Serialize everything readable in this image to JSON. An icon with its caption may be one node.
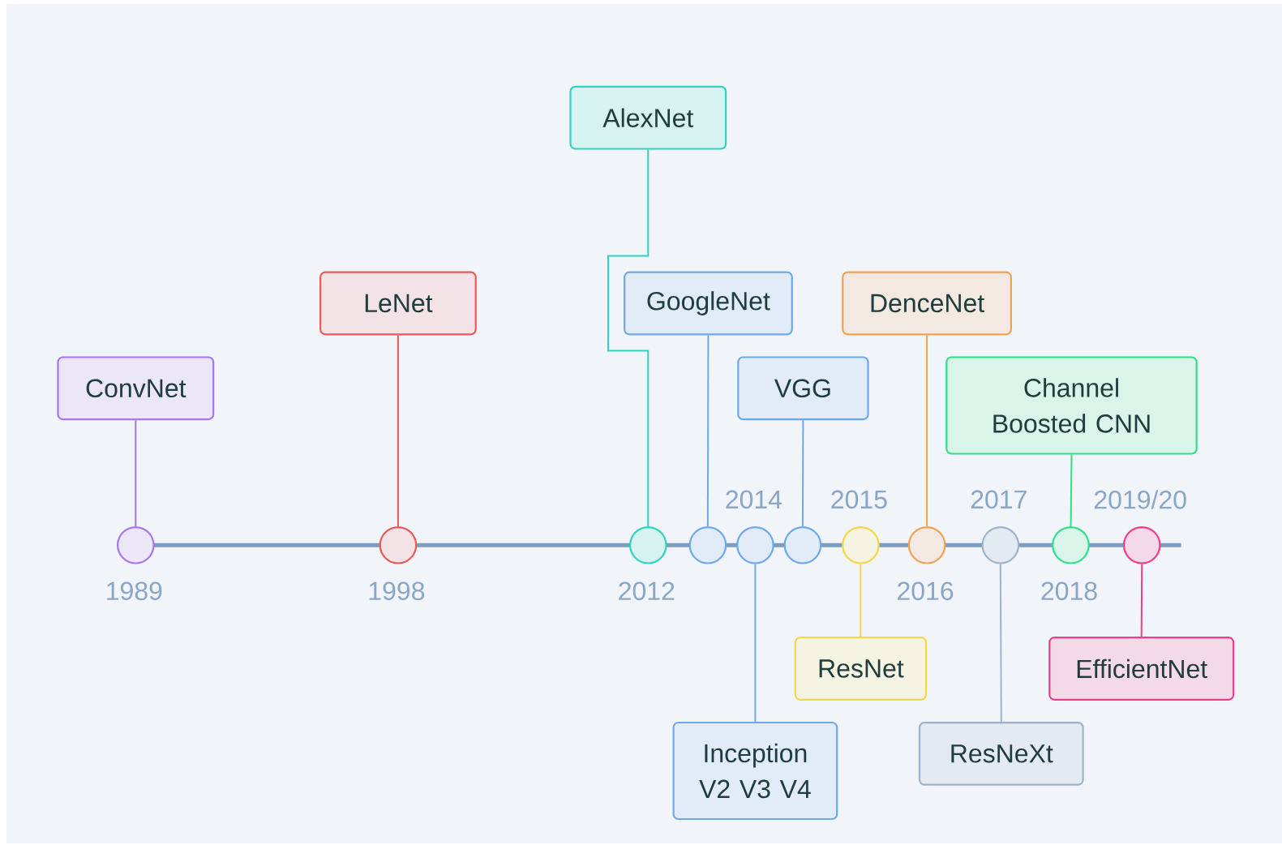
{
  "diagram": {
    "nodes": [
      {
        "text": [
          "ConvNet"
        ]
      },
      {
        "text": [
          "LeNet"
        ]
      },
      {
        "text": [
          "AlexNet"
        ]
      },
      {
        "text": [
          "GoogleNet"
        ]
      },
      {
        "text": [
          "Inception V2 V3 V4"
        ]
      },
      {
        "text": [
          "VGG"
        ]
      },
      {
        "text": [
          "ResNet"
        ]
      },
      {
        "text": [
          "DenceNet"
        ]
      },
      {
        "text": [
          "ResNeXt"
        ]
      },
      {
        "text": [
          "Channel Boosted CNN"
        ]
      },
      {
        "text": [
          "EfficientNet"
        ]
      },
      {
        "text": [],
        "shape": "circle",
        "beside": [
          "1989"
        ]
      },
      {
        "text": [],
        "shape": "circle",
        "beside": [
          "1998"
        ]
      },
      {
        "text": [],
        "shape": "circle",
        "beside": [
          "2012"
        ]
      },
      {
        "text": [],
        "shape": "circle"
      },
      {
        "text": [],
        "shape": "circle",
        "beside": [
          "2014"
        ]
      },
      {
        "text": [],
        "shape": "circle"
      },
      {
        "text": [],
        "shape": "circle",
        "beside": [
          "2015"
        ]
      },
      {
        "text": [],
        "shape": "circle",
        "beside": [
          "2016"
        ]
      },
      {
        "text": [],
        "shape": "circle",
        "beside": [
          "2017"
        ]
      },
      {
        "text": [],
        "shape": "circle",
        "beside": [
          "2018"
        ]
      },
      {
        "text": [],
        "shape": "circle",
        "beside": [
          "2019/20"
        ]
      }
    ],
    "edges": [
      {
        "from": 0,
        "to": 11,
        "arrow": "none",
        "color": "#a775f0"
      },
      {
        "from": 1,
        "to": 12,
        "arrow": "none",
        "color": "#e85a5a"
      },
      {
        "from": 2,
        "to": 13,
        "arrow": "none",
        "color": "#2dd4bf"
      },
      {
        "from": 3,
        "to": 14,
        "arrow": "none"
      },
      {
        "from": 4,
        "to": 15,
        "arrow": "none"
      },
      {
        "from": 5,
        "to": 16,
        "arrow": "none"
      },
      {
        "from": 6,
        "to": 17,
        "arrow": "none",
        "color": "#f6d64a"
      },
      {
        "from": 7,
        "to": 18,
        "arrow": "none",
        "color": "#f4a14f"
      },
      {
        "from": 8,
        "to": 19,
        "arrow": "none",
        "color": "#9db3cc"
      },
      {
        "from": 9,
        "to": 20,
        "arrow": "none",
        "color": "#2ee08a"
      },
      {
        "from": 10,
        "to": 21,
        "arrow": "none",
        "color": "#ee3d8a"
      }
    ]
  }
}
